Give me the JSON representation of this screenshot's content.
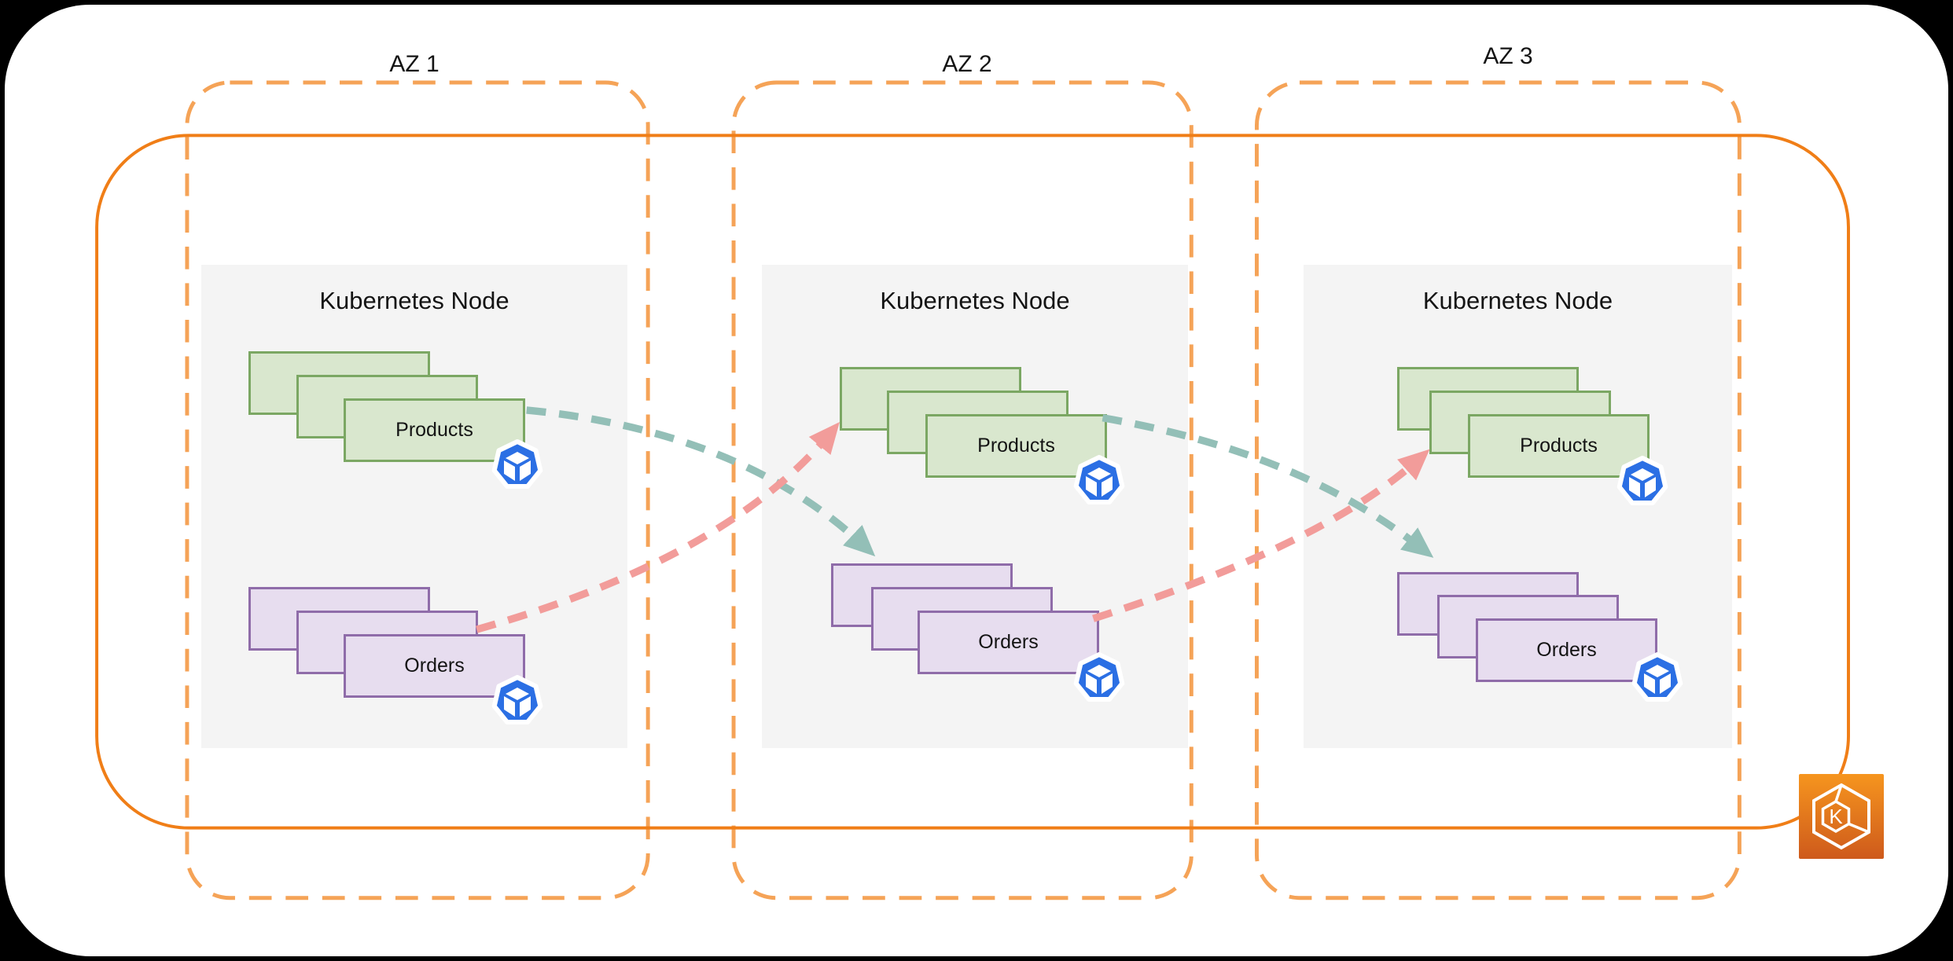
{
  "colors": {
    "page_bg": "#000000",
    "surface": "#FFFFFF",
    "az_border": "#F5A357",
    "cluster_border": "#F07E17",
    "node_bg": "#F4F4F4",
    "green_fill": "#D9E7CE",
    "green_border": "#7BA763",
    "purple_fill": "#E7DDEF",
    "purple_border": "#8F6CA9",
    "teal_arrow": "#93BFB7",
    "pink_arrow": "#F29C9A",
    "pod_blue": "#2B6FE4",
    "pod_cube": "#FFFFFF",
    "eks_top": "#F6951E",
    "eks_bottom": "#CE5A1C",
    "text": "#141414"
  },
  "zones": [
    {
      "label": "AZ 1",
      "node": {
        "title": "Kubernetes Node",
        "services": [
          {
            "label": "Products"
          },
          {
            "label": "Orders"
          }
        ]
      }
    },
    {
      "label": "AZ 2",
      "node": {
        "title": "Kubernetes Node",
        "services": [
          {
            "label": "Products"
          },
          {
            "label": "Orders"
          }
        ]
      }
    },
    {
      "label": "AZ 3",
      "node": {
        "title": "Kubernetes Node",
        "services": [
          {
            "label": "Products"
          },
          {
            "label": "Orders"
          }
        ]
      }
    }
  ],
  "arrows": [
    {
      "from": "AZ 1 Products",
      "to": "AZ 2 Orders",
      "style": "teal"
    },
    {
      "from": "AZ 1 Orders",
      "to": "AZ 2 Products",
      "style": "pink"
    },
    {
      "from": "AZ 2 Products",
      "to": "AZ 3 Orders",
      "style": "teal"
    },
    {
      "from": "AZ 2 Orders",
      "to": "AZ 3 Products",
      "style": "pink"
    }
  ],
  "cluster": {
    "icon": "amazon-eks-icon",
    "letter": "K"
  }
}
